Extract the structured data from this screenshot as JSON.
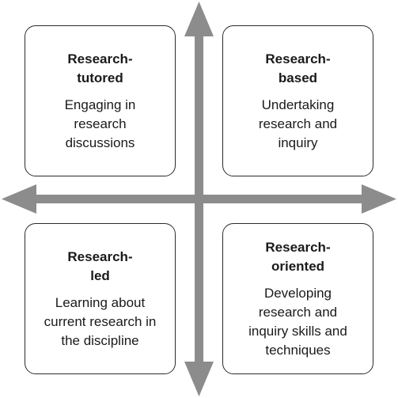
{
  "colors": {
    "arrow": "#8c8c8c",
    "box_border": "#2b2b2b",
    "text": "#1a1a1a"
  },
  "quadrants": {
    "top_left": {
      "title": "Research-\ntutored",
      "description": "Engaging in\nresearch\ndiscussions"
    },
    "top_right": {
      "title": "Research-\nbased",
      "description": "Undertaking\nresearch and\ninquiry"
    },
    "bottom_left": {
      "title": "Research-\nled",
      "description": "Learning about\ncurrent research in\nthe discipline"
    },
    "bottom_right": {
      "title": "Research-\noriented",
      "description": "Developing\nresearch and\ninquiry skills and\ntechniques"
    }
  }
}
